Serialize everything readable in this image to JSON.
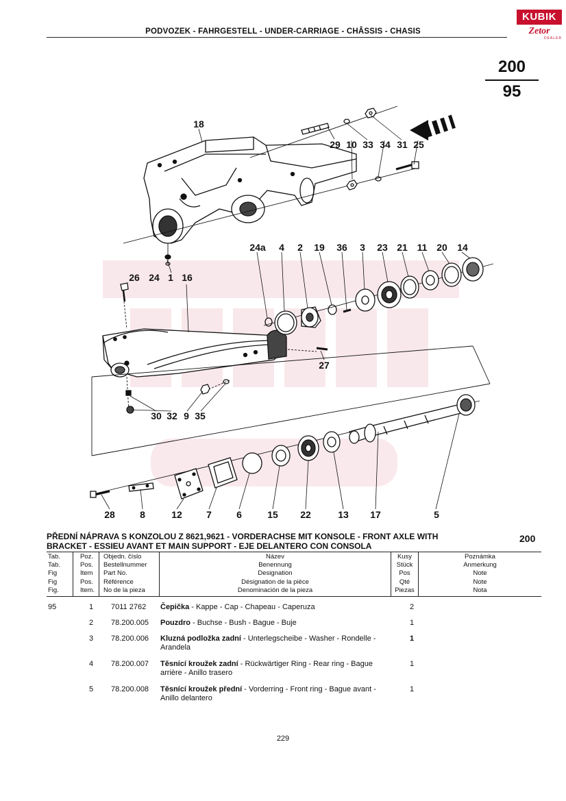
{
  "header": {
    "title": "PODVOZEK - FAHRGESTELL - UNDER-CARRIAGE - CHÂSSIS - CHASIS",
    "logo_brand": "KUBIK",
    "logo_sub": "Zetor",
    "logo_dealer": "DEALER"
  },
  "group": {
    "number": "200",
    "figure": "95"
  },
  "diagram": {
    "callouts": [
      "18",
      "29",
      "10",
      "33",
      "34",
      "31",
      "25",
      "24a",
      "4",
      "2",
      "19",
      "36",
      "3",
      "23",
      "21",
      "11",
      "20",
      "14",
      "26",
      "24",
      "1",
      "16",
      "27",
      "30",
      "32",
      "9",
      "35",
      "28",
      "8",
      "12",
      "7",
      "6",
      "15",
      "22",
      "13",
      "17",
      "5"
    ]
  },
  "section": {
    "title_line1": "PŘEDNÍ NÁPRAVA S KONZOLOU Z 8621,9621 - VORDERACHSE MIT KONSOLE - FRONT AXLE WITH",
    "title_line2": "BRACKET - ESSIEU AVANT ET MAIN SUPPORT - EJE DELANTERO CON CONSOLA",
    "number": "200"
  },
  "table_header": {
    "tab": [
      "Tab.",
      "Tab.",
      "Fig",
      "Fig",
      "Fig."
    ],
    "pos": [
      "Poz.",
      "Pos.",
      "Item",
      "Pos.",
      "Item."
    ],
    "part": [
      "Objedn. číslo",
      "Bestellnummer",
      "Part No.",
      "Référence",
      "No de la pieza"
    ],
    "name": [
      "Název",
      "Benennung",
      "Designation",
      "Désignation de la pièce",
      "Denominación de la pieza"
    ],
    "qty": [
      "Kusy",
      "Stück",
      "Pos",
      "Qté",
      "Piezas"
    ],
    "note": [
      "Poznámka",
      "Anmerkung",
      "Note",
      "Note",
      "Nota"
    ]
  },
  "parts": [
    {
      "tab": "95",
      "pos": "1",
      "part_no": "7011 2762",
      "name_cz": "Čepička",
      "rest": " - Kappe - Cap - Chapeau - Caperuza",
      "qty": "2"
    },
    {
      "tab": "",
      "pos": "2",
      "part_no": "78.200.005",
      "name_cz": "Pouzdro",
      "rest": " - Buchse - Bush - Bague - Buje",
      "qty": "1"
    },
    {
      "tab": "",
      "pos": "3",
      "part_no": "78.200.006",
      "name_cz": "Kluzná podložka zadní",
      "rest": "  - Unterlegscheibe - Washer - Rondelle - Arandela",
      "qty": "1"
    },
    {
      "tab": "",
      "pos": "4",
      "part_no": "78.200.007",
      "name_cz": "Těsnící kroužek zadní",
      "rest": " - Rückwärtiger Ring - Rear ring - Bague arrière - Anillo trasero",
      "qty": "1"
    },
    {
      "tab": "",
      "pos": "5",
      "part_no": "78.200.008",
      "name_cz": "Těsnící kroužek přední",
      "rest": " - Vorderring - Front ring - Bague avant - Anillo delantero",
      "qty": "1"
    }
  ],
  "footer": {
    "page": "229"
  }
}
